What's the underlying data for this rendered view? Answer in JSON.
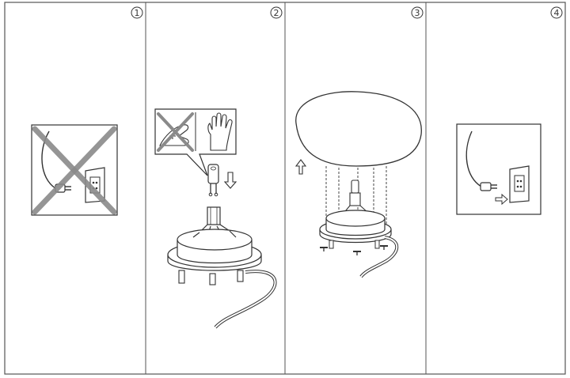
{
  "steps": [
    {
      "number": "1",
      "instruction": "unplug-before-install"
    },
    {
      "number": "2",
      "instruction": "insert-bulb-with-gloves"
    },
    {
      "number": "3",
      "instruction": "fit-glass-shade"
    },
    {
      "number": "4",
      "instruction": "plug-in"
    }
  ],
  "colors": {
    "line": "#333333",
    "cross": "#8a8a8a",
    "frame": "#555555",
    "paper": "#ffffff"
  },
  "icons": [
    "power-plug-icon",
    "wall-socket-icon",
    "hand-icon",
    "glove-icon",
    "bulb-icon",
    "down-arrow-icon",
    "up-arrow-icon",
    "right-arrow-icon"
  ]
}
